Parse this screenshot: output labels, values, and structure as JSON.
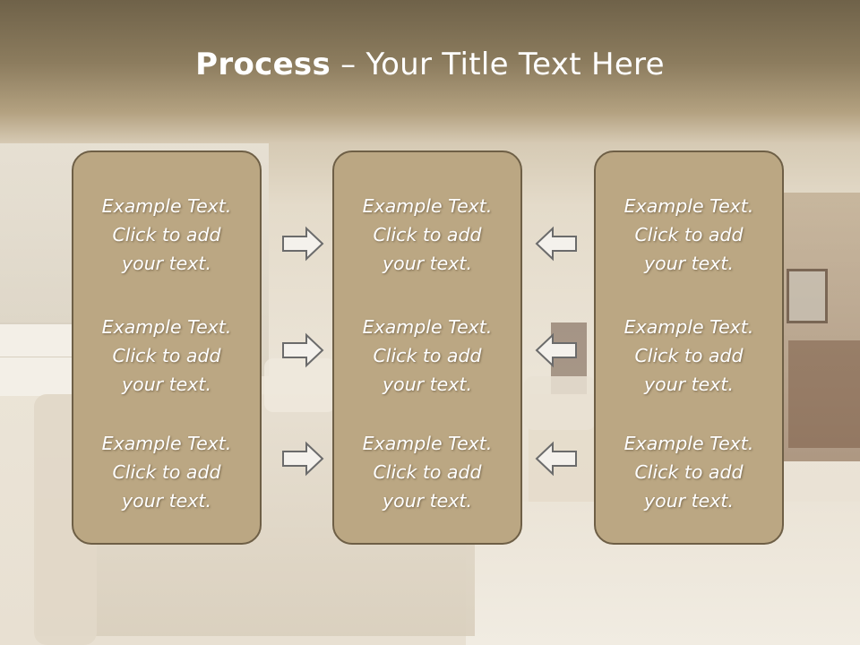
{
  "slide": {
    "title_bold": "Process",
    "title_rest": " – Your Title Text Here"
  },
  "columns": [
    {
      "items": [
        {
          "line1": "Example Text.",
          "line2": "Click  to add",
          "line3": "your text."
        },
        {
          "line1": "Example Text.",
          "line2": "Click  to add",
          "line3": "your text."
        },
        {
          "line1": "Example Text.",
          "line2": "Click  to add",
          "line3": "your text."
        }
      ]
    },
    {
      "items": [
        {
          "line1": "Example Text.",
          "line2": "Click  to add",
          "line3": "your text."
        },
        {
          "line1": "Example Text.",
          "line2": "Click  to add",
          "line3": "your text."
        },
        {
          "line1": "Example Text.",
          "line2": "Click  to add",
          "line3": "your text."
        }
      ]
    },
    {
      "items": [
        {
          "line1": "Example Text.",
          "line2": "Click  to add",
          "line3": "your text."
        },
        {
          "line1": "Example Text.",
          "line2": "Click  to add",
          "line3": "your text."
        },
        {
          "line1": "Example Text.",
          "line2": "Click  to add",
          "line3": "your text."
        }
      ]
    }
  ],
  "arrows": {
    "left_group": "arrow-right-icon",
    "right_group": "arrow-left-icon"
  },
  "colors": {
    "box_fill": "#bba783",
    "box_border": "#6e5f46",
    "arrow_fill": "#f4f1ec",
    "arrow_stroke": "#6b6b6b",
    "text": "#ffffff"
  }
}
